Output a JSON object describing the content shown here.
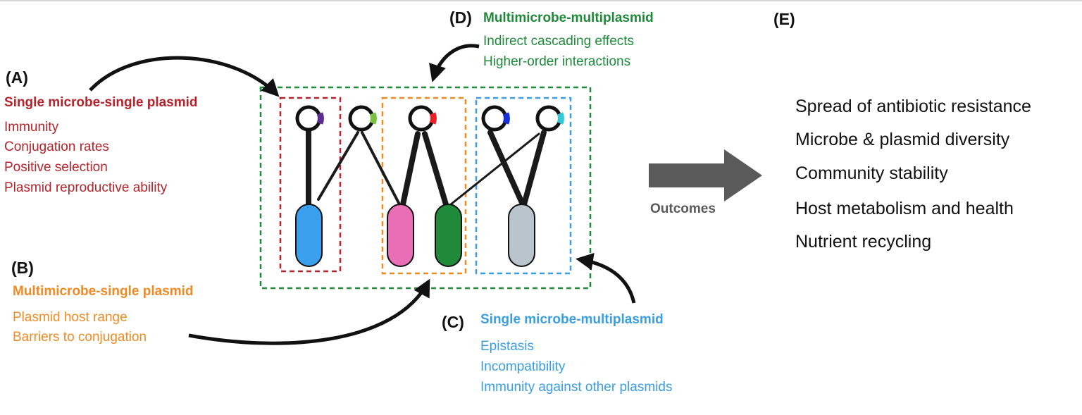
{
  "panels": {
    "A": {
      "letter": "(A)",
      "title": "Single microbe-single plasmid",
      "color": "#b5232b",
      "items": [
        "Immunity",
        "Conjugation rates",
        "Positive selection",
        "Plasmid reproductive ability"
      ]
    },
    "B": {
      "letter": "(B)",
      "title": "Multimicrobe-single plasmid",
      "color": "#ef8b25",
      "items": [
        "Plasmid host range",
        "Barriers to conjugation"
      ]
    },
    "C": {
      "letter": "(C)",
      "title": "Single microbe-multiplasmid",
      "color": "#3a9ee0",
      "items": [
        "Epistasis",
        "Incompatibility",
        "Immunity against other plasmids"
      ]
    },
    "D": {
      "letter": "(D)",
      "title": "Multimicrobe-multiplasmid",
      "color": "#1e8a3a",
      "items": [
        "Indirect cascading effects",
        "Higher-order interactions"
      ]
    },
    "E": {
      "letter": "(E)",
      "arrow_label": "Outcomes",
      "arrow_color": "#5a5a5a",
      "outcomes": [
        "Spread of antibiotic resistance",
        "Microbe & plasmid diversity",
        "Community stability",
        "Host metabolism and health",
        "Nutrient recycling"
      ]
    }
  },
  "colors": {
    "plasmid_marks": [
      "#5b2d8e",
      "#7ac143",
      "#e8202a",
      "#1a2fd6",
      "#33c9d3"
    ],
    "microbes": [
      "#3aa0ee",
      "#e86fb5",
      "#1e8a3a",
      "#b9c4cc"
    ]
  }
}
